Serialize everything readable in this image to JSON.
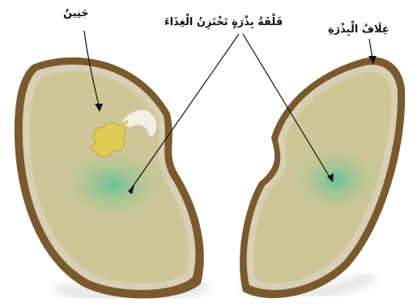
{
  "labels": {
    "embryo": "جَنِينٌ",
    "cotyledon": "فَلْقَةُ بِذْرَةٍ تَخْتَزِنُ الْغِذَاءَ",
    "seed_coat": "غِلَافُ الْبِذْرَةِ"
  },
  "colors": {
    "seed_coat": "#7a5a2c",
    "seed_inner_rim": "#d8cfb4",
    "cotyledon": "#cfc698",
    "food_storage": "#5cc49a",
    "embryo": "#e0cc55",
    "radicle": "#f4f1e4",
    "leader_line": "#111111"
  }
}
